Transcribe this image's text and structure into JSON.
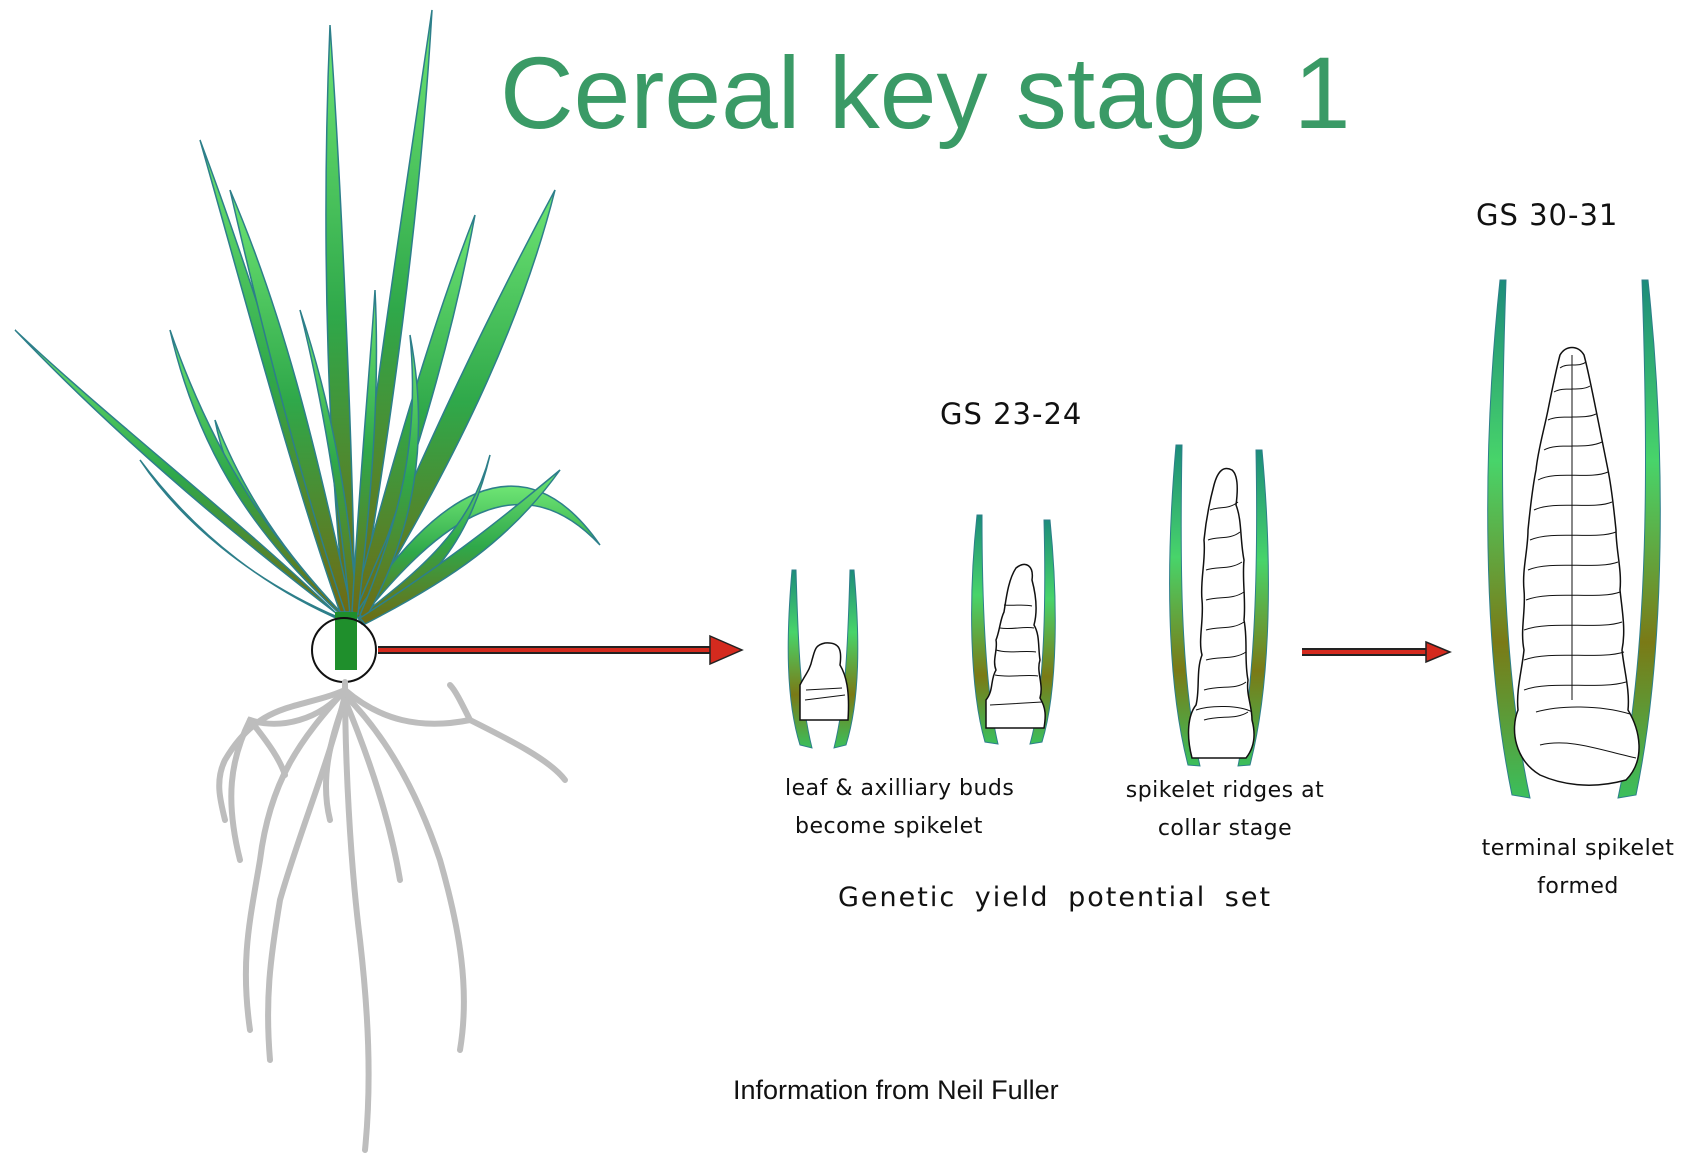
{
  "title": "Cereal key stage 1",
  "stage_labels": {
    "gs_early": "GS 23-24",
    "gs_late": "GS 30-31"
  },
  "captions": {
    "first_line1": "leaf & axilliary buds",
    "first_line2": "become spikelet",
    "second_line1": "spikelet ridges at",
    "second_line2": "collar stage",
    "third_line1": "terminal spikelet",
    "third_line2": "formed"
  },
  "genetic": "Genetic  yield  potential  set",
  "credit": "Information from Neil Fuller",
  "colors": {
    "title": "#3a9a66",
    "arrow": "#d42a1e",
    "leaf_light": "#5fe06a",
    "leaf_dark": "#7a7a12",
    "root": "#c9c9c9"
  }
}
